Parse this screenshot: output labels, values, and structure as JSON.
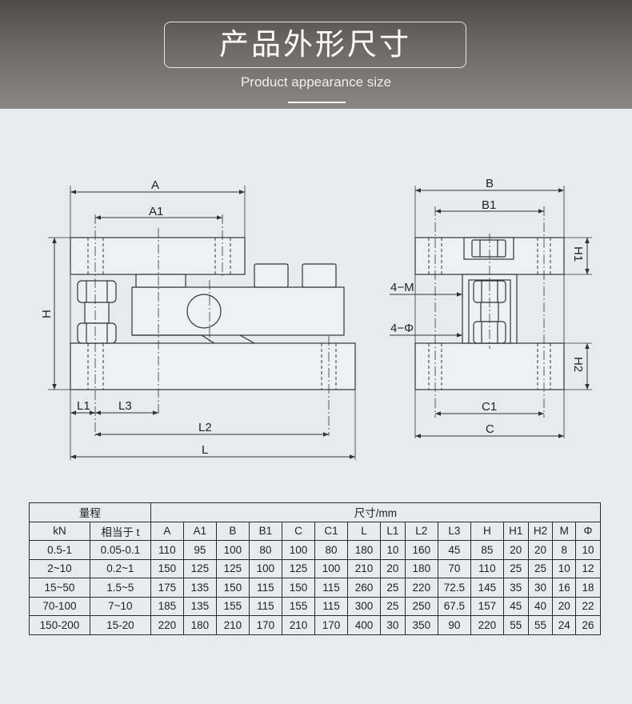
{
  "header": {
    "title": "产品外形尺寸",
    "subtitle": "Product appearance size"
  },
  "drawing": {
    "front_labels": {
      "A": "A",
      "A1": "A1",
      "H": "H",
      "L1": "L1",
      "L3": "L3",
      "L2": "L2",
      "L": "L"
    },
    "side_labels": {
      "B": "B",
      "B1": "B1",
      "H1": "H1",
      "M": "4−M",
      "phi": "4−Φ",
      "H2": "H2",
      "C1": "C1",
      "C": "C"
    }
  },
  "table": {
    "group_range": "量程",
    "group_size": "尺寸/mm",
    "columns": [
      "kN",
      "相当于 t",
      "A",
      "A1",
      "B",
      "B1",
      "C",
      "C1",
      "L",
      "L1",
      "L2",
      "L3",
      "H",
      "H1",
      "H2",
      "M",
      "Φ"
    ],
    "rows": [
      [
        "0.5-1",
        "0.05-0.1",
        "110",
        "95",
        "100",
        "80",
        "100",
        "80",
        "180",
        "10",
        "160",
        "45",
        "85",
        "20",
        "20",
        "8",
        "10"
      ],
      [
        "2~10",
        "0.2~1",
        "150",
        "125",
        "125",
        "100",
        "125",
        "100",
        "210",
        "20",
        "180",
        "70",
        "110",
        "25",
        "25",
        "10",
        "12"
      ],
      [
        "15~50",
        "1.5~5",
        "175",
        "135",
        "150",
        "115",
        "150",
        "115",
        "260",
        "25",
        "220",
        "72.5",
        "145",
        "35",
        "30",
        "16",
        "18"
      ],
      [
        "70-100",
        "7~10",
        "185",
        "135",
        "155",
        "115",
        "155",
        "115",
        "300",
        "25",
        "250",
        "67.5",
        "157",
        "45",
        "40",
        "20",
        "22"
      ],
      [
        "150-200",
        "15-20",
        "220",
        "180",
        "210",
        "170",
        "210",
        "170",
        "400",
        "30",
        "350",
        "90",
        "220",
        "55",
        "55",
        "24",
        "26"
      ]
    ]
  }
}
